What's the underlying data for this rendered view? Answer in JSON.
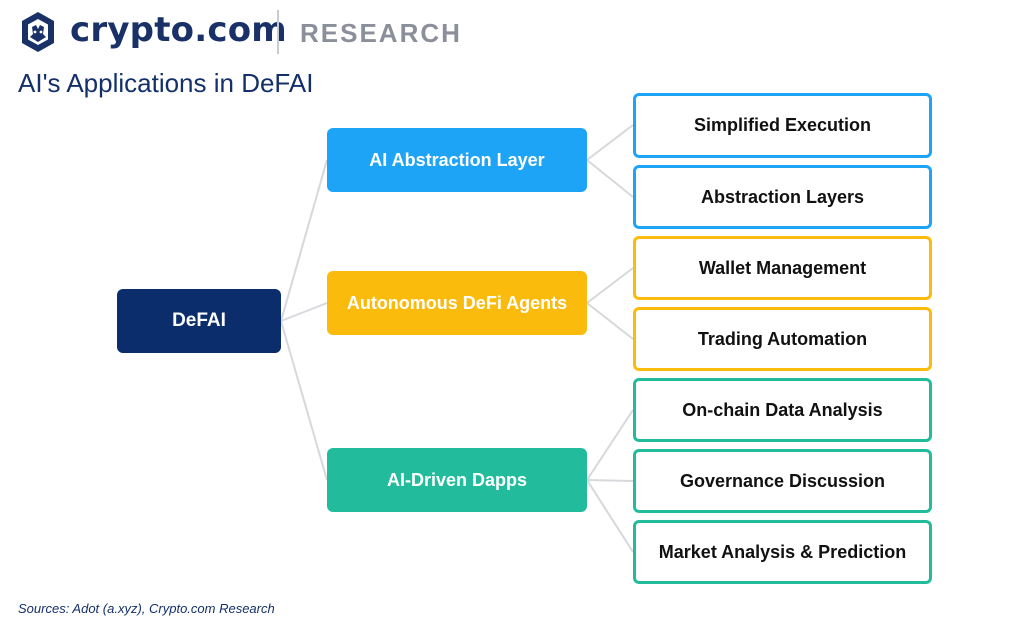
{
  "header": {
    "brand_name": "crypto.com",
    "section": "RESEARCH",
    "logo_icon": "crypto-com-lion-shield-icon"
  },
  "page_title": "AI's Applications in DeFAI",
  "diagram": {
    "root": {
      "label": "DeFAI",
      "color": "#0b2d6b"
    },
    "branches": [
      {
        "label": "AI Abstraction Layer",
        "color": "#1ea4f7",
        "children": [
          "Simplified Execution",
          "Abstraction Layers"
        ]
      },
      {
        "label": "Autonomous DeFi Agents",
        "color": "#fbbb0c",
        "children": [
          "Wallet Management",
          "Trading Automation"
        ]
      },
      {
        "label": "AI-Driven Dapps",
        "color": "#22bc9d",
        "children": [
          "On-chain Data Analysis",
          "Governance Discussion",
          "Market Analysis & Prediction"
        ]
      }
    ],
    "connector_color": "#d6d8dc"
  },
  "footer": {
    "source": "Sources: Adot (a.xyz), Crypto.com Research"
  }
}
